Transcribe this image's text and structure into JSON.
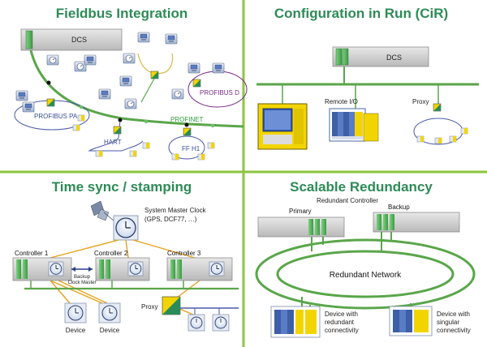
{
  "quadrants": {
    "fieldbus": {
      "title": "Fieldbus Integration",
      "dcs_label": "DCS",
      "networks": {
        "profibus_pa": "PROFIBUS PA",
        "profibus_dp": "PROFIBUS D",
        "profinet": "PROFINET",
        "hart": "HART",
        "ff_h1": "FF H1"
      }
    },
    "cir": {
      "title": "Configuration in Run (CiR)",
      "dcs_label": "DCS",
      "remote_io_label": "Remote I/O",
      "proxy_label": "Proxy"
    },
    "timesync": {
      "title": "Time sync / stamping",
      "master_clock_line1": "System Master Clock",
      "master_clock_line2": "(GPS, DCF77, …)",
      "controllers": [
        "Controller 1",
        "Controller 2",
        "Controller 3"
      ],
      "backup_line1": "Backup",
      "backup_line2": "Clock Master",
      "proxy_label": "Proxy",
      "device_label": "Device"
    },
    "redundancy": {
      "title": "Scalable Redundancy",
      "redundant_controller_label": "Redundant Controller",
      "primary_label": "Primary",
      "backup_label": "Backup",
      "network_label": "Redundant Network",
      "device_redundant": [
        "Device with",
        "redundant",
        "connectivity"
      ],
      "device_singular": [
        "Device with",
        "singular",
        "connectivity"
      ]
    }
  },
  "colors": {
    "divider": "#8cc63f",
    "title": "#2e8b57",
    "bus_green": "#5aa64a",
    "bus_ring": "#4a5aa8",
    "sync_orange": "#e8a21a",
    "accent_yellow": "#f2d500"
  }
}
